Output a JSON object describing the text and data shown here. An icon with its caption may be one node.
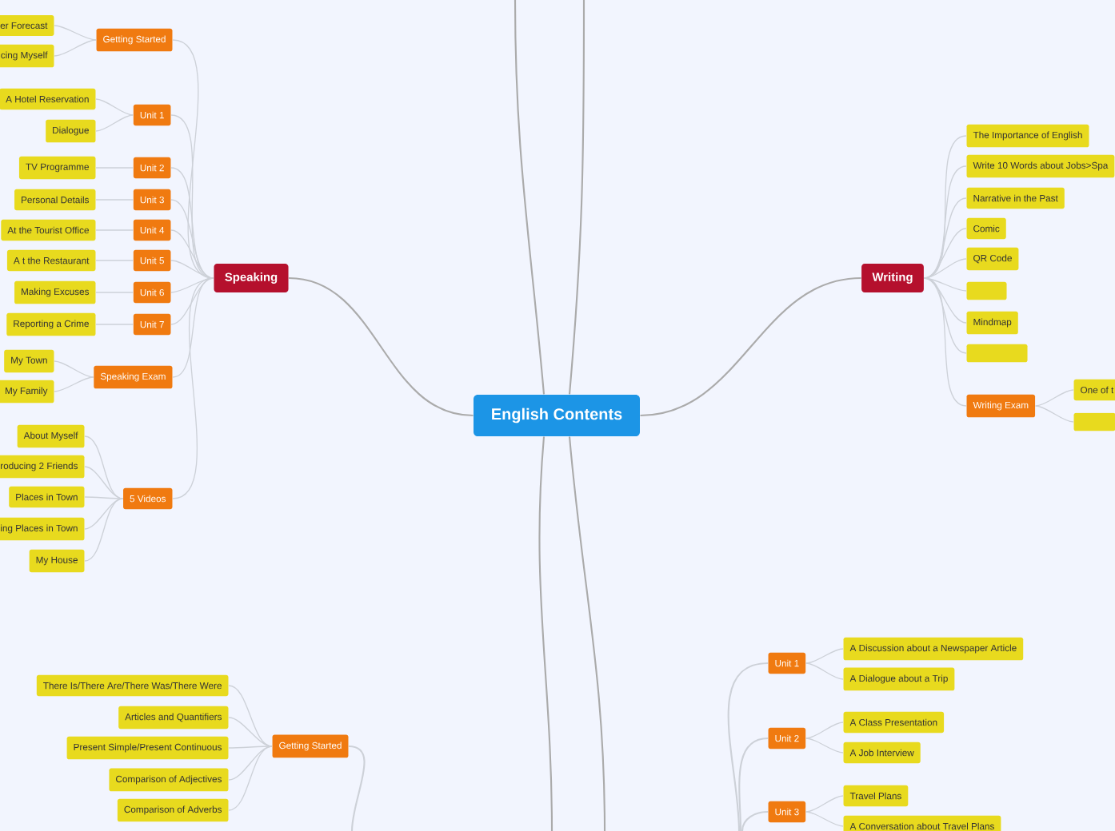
{
  "diagram": {
    "nodes": [
      {
        "text": [
          "English Contents"
        ]
      },
      {
        "text": [
          "Speaking"
        ]
      },
      {
        "text": [
          "Getting Started"
        ]
      },
      {
        "text": [
          "er Forecast"
        ]
      },
      {
        "text": [
          "cing Myself"
        ]
      },
      {
        "text": [
          "Unit 1"
        ]
      },
      {
        "text": [
          "A Hotel Reservation"
        ]
      },
      {
        "text": [
          "Dialogue"
        ]
      },
      {
        "text": [
          "Unit 2"
        ]
      },
      {
        "text": [
          "TV Programme"
        ]
      },
      {
        "text": [
          "Unit 3"
        ]
      },
      {
        "text": [
          "Personal Details"
        ]
      },
      {
        "text": [
          "Unit 4"
        ]
      },
      {
        "text": [
          "At the Tourist Office"
        ]
      },
      {
        "text": [
          "Unit 5"
        ]
      },
      {
        "text": [
          "A t the Restaurant"
        ]
      },
      {
        "text": [
          "Unit 6"
        ]
      },
      {
        "text": [
          "Making Excuses"
        ]
      },
      {
        "text": [
          "Unit 7"
        ]
      },
      {
        "text": [
          "Reporting a Crime"
        ]
      },
      {
        "text": [
          "Speaking Exam"
        ]
      },
      {
        "text": [
          "My Town"
        ]
      },
      {
        "text": [
          "My Family"
        ]
      },
      {
        "text": [
          "5 Videos"
        ]
      },
      {
        "text": [
          "About Myself"
        ]
      },
      {
        "text": [
          "roducing 2 Friends"
        ]
      },
      {
        "text": [
          "Places in Town"
        ]
      },
      {
        "text": [
          "ing Places in Town"
        ]
      },
      {
        "text": [
          "My House"
        ]
      },
      {
        "text": [
          "Writing"
        ]
      },
      {
        "text": [
          "The Importance of English"
        ]
      },
      {
        "text": [
          "Write 10 Words about Jobs>Spa"
        ]
      },
      {
        "text": [
          "Narrative in the Past"
        ]
      },
      {
        "text": [
          "Comic"
        ]
      },
      {
        "text": [
          "QR Code"
        ]
      },
      {
        "text": [],
        "shape": "box"
      },
      {
        "text": [
          "Mindmap"
        ]
      },
      {
        "text": [],
        "shape": "box"
      },
      {
        "text": [
          "Writing Exam"
        ]
      },
      {
        "text": [
          "One of t"
        ]
      },
      {
        "text": [],
        "shape": "box"
      },
      {
        "text": [
          "Getting Started"
        ]
      },
      {
        "text": [
          "There Is/There Are/There Was/There Were"
        ]
      },
      {
        "text": [
          "Articles and Quantifiers"
        ]
      },
      {
        "text": [
          "Present Simple/Present Continuous"
        ]
      },
      {
        "text": [
          "Comparison of Adjectives"
        ]
      },
      {
        "text": [
          "Comparison of Adverbs"
        ]
      },
      {
        "text": [
          "Unit 1"
        ]
      },
      {
        "text": [
          "A Discussion about a Newspaper Article"
        ]
      },
      {
        "text": [
          "A Dialogue about a Trip"
        ]
      },
      {
        "text": [
          "Unit 2"
        ]
      },
      {
        "text": [
          "A Class Presentation"
        ]
      },
      {
        "text": [
          "A Job Interview"
        ]
      },
      {
        "text": [
          "Unit 3"
        ]
      },
      {
        "text": [
          "Travel Plans"
        ]
      },
      {
        "text": [
          "A Conversation about Travel Plans"
        ]
      }
    ],
    "edges": [
      {
        "from": 0,
        "to": 1,
        "arrow": "none"
      },
      {
        "from": 0,
        "to": 29,
        "arrow": "none"
      },
      {
        "from": 0,
        "to": null,
        "arrow": "none"
      },
      {
        "from": 0,
        "to": null,
        "arrow": "none"
      },
      {
        "from": 0,
        "to": null,
        "arrow": "none"
      },
      {
        "from": 0,
        "to": null,
        "arrow": "none"
      },
      {
        "from": 1,
        "to": 2,
        "arrow": "none"
      },
      {
        "from": 1,
        "to": 5,
        "arrow": "none"
      },
      {
        "from": 1,
        "to": 8,
        "arrow": "none"
      },
      {
        "from": 1,
        "to": 10,
        "arrow": "none"
      },
      {
        "from": 1,
        "to": 12,
        "arrow": "none"
      },
      {
        "from": 1,
        "to": 14,
        "arrow": "none"
      },
      {
        "from": 1,
        "to": 16,
        "arrow": "none"
      },
      {
        "from": 1,
        "to": 18,
        "arrow": "none"
      },
      {
        "from": 1,
        "to": 20,
        "arrow": "none"
      },
      {
        "from": 1,
        "to": 23,
        "arrow": "none"
      },
      {
        "from": 2,
        "to": 3,
        "arrow": "none"
      },
      {
        "from": 2,
        "to": 4,
        "arrow": "none"
      },
      {
        "from": 5,
        "to": 6,
        "arrow": "none"
      },
      {
        "from": 5,
        "to": 7,
        "arrow": "none"
      },
      {
        "from": 8,
        "to": 9,
        "arrow": "none"
      },
      {
        "from": 10,
        "to": 11,
        "arrow": "none"
      },
      {
        "from": 12,
        "to": 13,
        "arrow": "none"
      },
      {
        "from": 14,
        "to": 15,
        "arrow": "none"
      },
      {
        "from": 16,
        "to": 17,
        "arrow": "none"
      },
      {
        "from": 18,
        "to": 19,
        "arrow": "none"
      },
      {
        "from": 20,
        "to": 21,
        "arrow": "none"
      },
      {
        "from": 20,
        "to": 22,
        "arrow": "none"
      },
      {
        "from": 23,
        "to": 24,
        "arrow": "none"
      },
      {
        "from": 23,
        "to": 25,
        "arrow": "none"
      },
      {
        "from": 23,
        "to": 26,
        "arrow": "none"
      },
      {
        "from": 23,
        "to": 27,
        "arrow": "none"
      },
      {
        "from": 23,
        "to": 28,
        "arrow": "none"
      },
      {
        "from": 29,
        "to": 30,
        "arrow": "none"
      },
      {
        "from": 29,
        "to": 31,
        "arrow": "none"
      },
      {
        "from": 29,
        "to": 32,
        "arrow": "none"
      },
      {
        "from": 29,
        "to": 33,
        "arrow": "none"
      },
      {
        "from": 29,
        "to": 34,
        "arrow": "none"
      },
      {
        "from": 29,
        "to": 35,
        "arrow": "none"
      },
      {
        "from": 29,
        "to": 36,
        "arrow": "none"
      },
      {
        "from": 29,
        "to": 37,
        "arrow": "none"
      },
      {
        "from": 29,
        "to": 38,
        "arrow": "none"
      },
      {
        "from": 38,
        "to": 39,
        "arrow": "none"
      },
      {
        "from": 38,
        "to": 40,
        "arrow": "none"
      },
      {
        "from": 41,
        "to": null,
        "arrow": "none"
      },
      {
        "from": 41,
        "to": 42,
        "arrow": "none"
      },
      {
        "from": 41,
        "to": 43,
        "arrow": "none"
      },
      {
        "from": 41,
        "to": 44,
        "arrow": "none"
      },
      {
        "from": 41,
        "to": 45,
        "arrow": "none"
      },
      {
        "from": 41,
        "to": 46,
        "arrow": "none"
      },
      {
        "from": 47,
        "to": null,
        "arrow": "none"
      },
      {
        "from": 47,
        "to": 48,
        "arrow": "none"
      },
      {
        "from": 47,
        "to": 49,
        "arrow": "none"
      },
      {
        "from": 50,
        "to": null,
        "arrow": "none"
      },
      {
        "from": 50,
        "to": 51,
        "arrow": "none"
      },
      {
        "from": 50,
        "to": 52,
        "arrow": "none"
      },
      {
        "from": 53,
        "to": null,
        "arrow": "none"
      },
      {
        "from": 53,
        "to": 54,
        "arrow": "none"
      },
      {
        "from": 53,
        "to": 55,
        "arrow": "none"
      }
    ]
  }
}
